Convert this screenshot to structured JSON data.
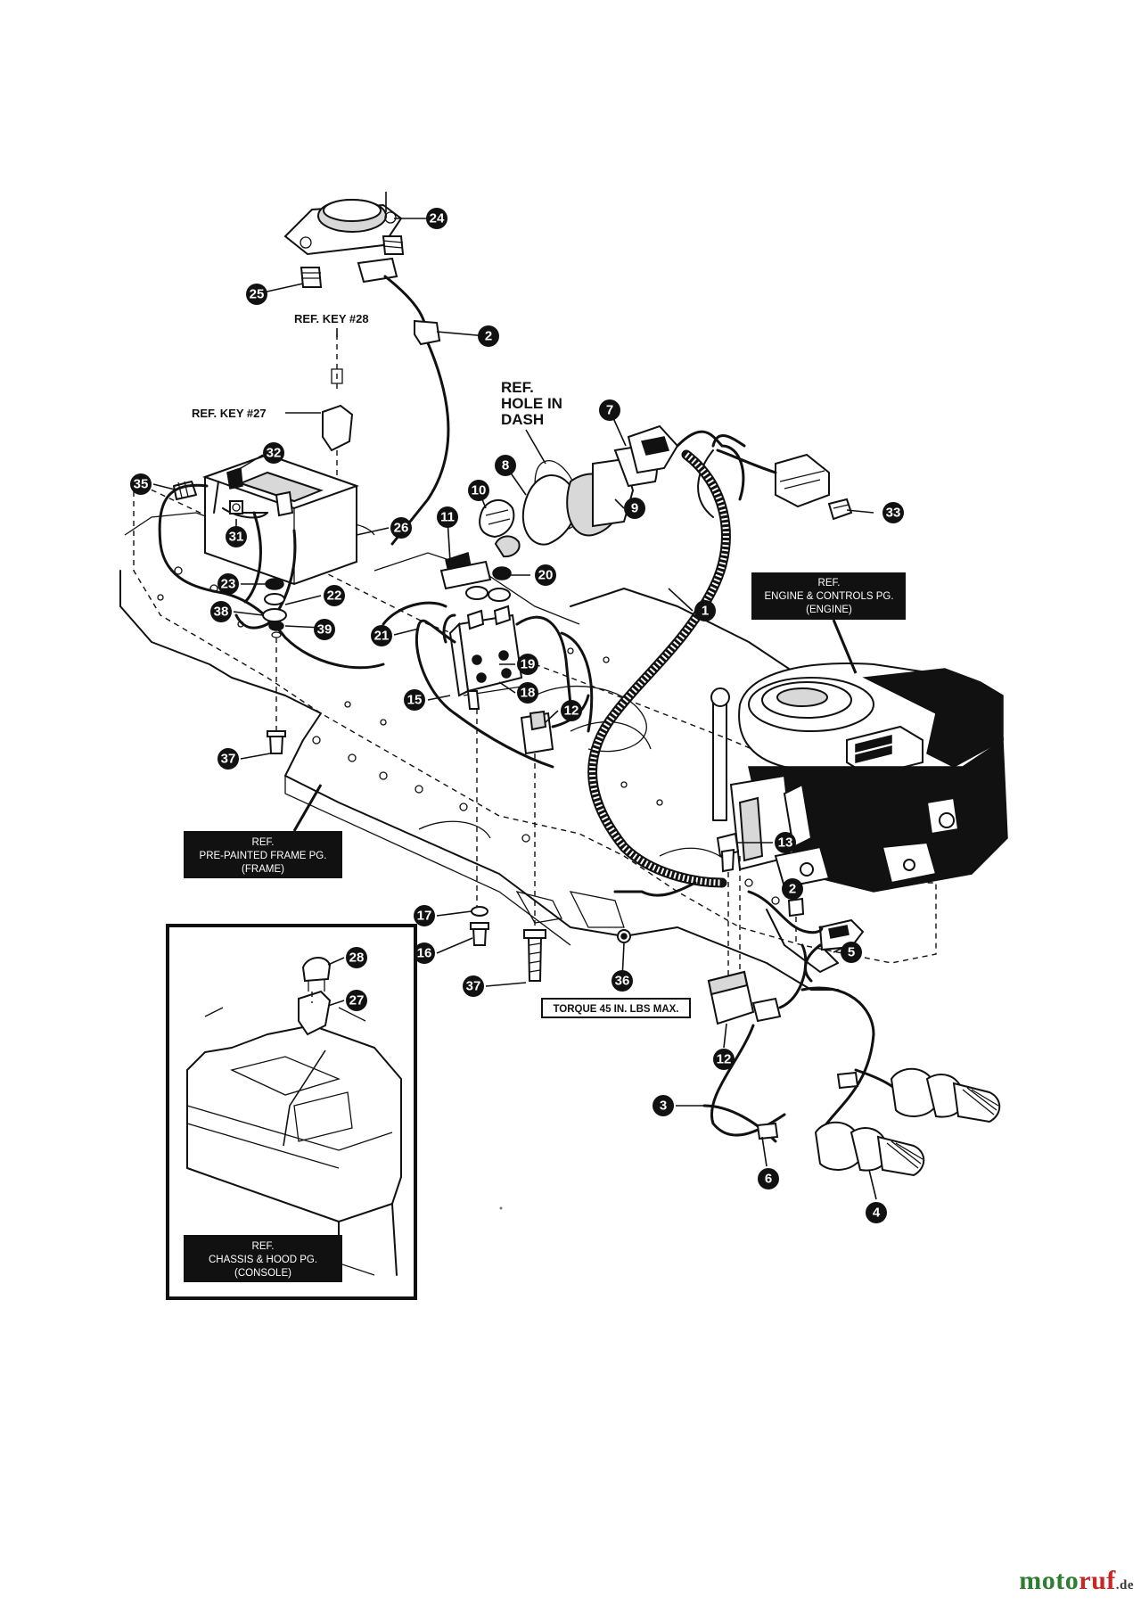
{
  "ref_labels": {
    "key28": "REF. KEY #28",
    "key27": "REF. KEY #27",
    "hole_in_dash": [
      "REF.",
      "HOLE IN",
      "DASH"
    ],
    "engine": [
      "REF.",
      "ENGINE & CONTROLS PG.",
      "(ENGINE)"
    ],
    "frame": [
      "REF.",
      "PRE-PAINTED FRAME PG.",
      "(FRAME)"
    ],
    "console": [
      "REF.",
      "CHASSIS & HOOD PG.",
      "(CONSOLE)"
    ],
    "torque": "TORQUE 45 IN. LBS MAX."
  },
  "callouts": [
    {
      "id": "c24",
      "label": "24"
    },
    {
      "id": "c25",
      "label": "25"
    },
    {
      "id": "c2a",
      "label": "2"
    },
    {
      "id": "c7",
      "label": "7"
    },
    {
      "id": "c8",
      "label": "8"
    },
    {
      "id": "c10",
      "label": "10"
    },
    {
      "id": "c9",
      "label": "9"
    },
    {
      "id": "c32",
      "label": "32"
    },
    {
      "id": "c35",
      "label": "35"
    },
    {
      "id": "c26",
      "label": "26"
    },
    {
      "id": "c11",
      "label": "11"
    },
    {
      "id": "c31",
      "label": "31"
    },
    {
      "id": "c20",
      "label": "20"
    },
    {
      "id": "c33",
      "label": "33"
    },
    {
      "id": "c1",
      "label": "1"
    },
    {
      "id": "c23",
      "label": "23"
    },
    {
      "id": "c22",
      "label": "22"
    },
    {
      "id": "c38",
      "label": "38"
    },
    {
      "id": "c39",
      "label": "39"
    },
    {
      "id": "c21",
      "label": "21"
    },
    {
      "id": "c19",
      "label": "19"
    },
    {
      "id": "c18",
      "label": "18"
    },
    {
      "id": "c15",
      "label": "15"
    },
    {
      "id": "c12a",
      "label": "12"
    },
    {
      "id": "c37a",
      "label": "37"
    },
    {
      "id": "c13",
      "label": "13"
    },
    {
      "id": "c2b",
      "label": "2"
    },
    {
      "id": "c17",
      "label": "17"
    },
    {
      "id": "c16",
      "label": "16"
    },
    {
      "id": "c5",
      "label": "5"
    },
    {
      "id": "c28",
      "label": "28"
    },
    {
      "id": "c27",
      "label": "27"
    },
    {
      "id": "c37b",
      "label": "37"
    },
    {
      "id": "c36",
      "label": "36"
    },
    {
      "id": "c12b",
      "label": "12"
    },
    {
      "id": "c3",
      "label": "3"
    },
    {
      "id": "c6",
      "label": "6"
    },
    {
      "id": "c4",
      "label": "4"
    }
  ],
  "watermark": {
    "brand_a": "moto",
    "brand_b": "ruf",
    "tld": ".de"
  }
}
